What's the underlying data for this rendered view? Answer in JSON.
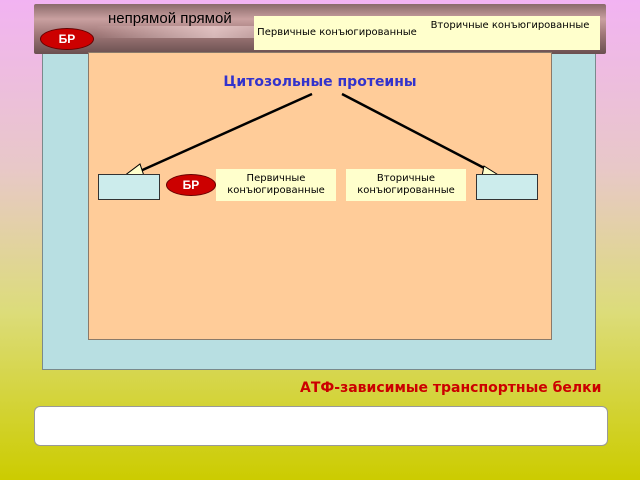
{
  "header": {
    "badge_label": "БР",
    "label_text": "непрямой прямой",
    "primary_box": "Первичные конъюгированные",
    "secondary_box": "Вторичные конъюгированные"
  },
  "panel": {
    "title": "Цитозольные протеины",
    "badge_label": "БР",
    "primary_box": "Первичные конъюгированные",
    "secondary_box": "Вторичные конъюгированные"
  },
  "footer": {
    "title": "АТФ-зависимые транспортные белки",
    "box_text": ""
  },
  "colors": {
    "badge": "#cc0000",
    "title_blue": "#3333cc",
    "footer_red": "#cc0000",
    "panel_fill": "#ffcc99",
    "label_fill": "#ffffcc"
  }
}
